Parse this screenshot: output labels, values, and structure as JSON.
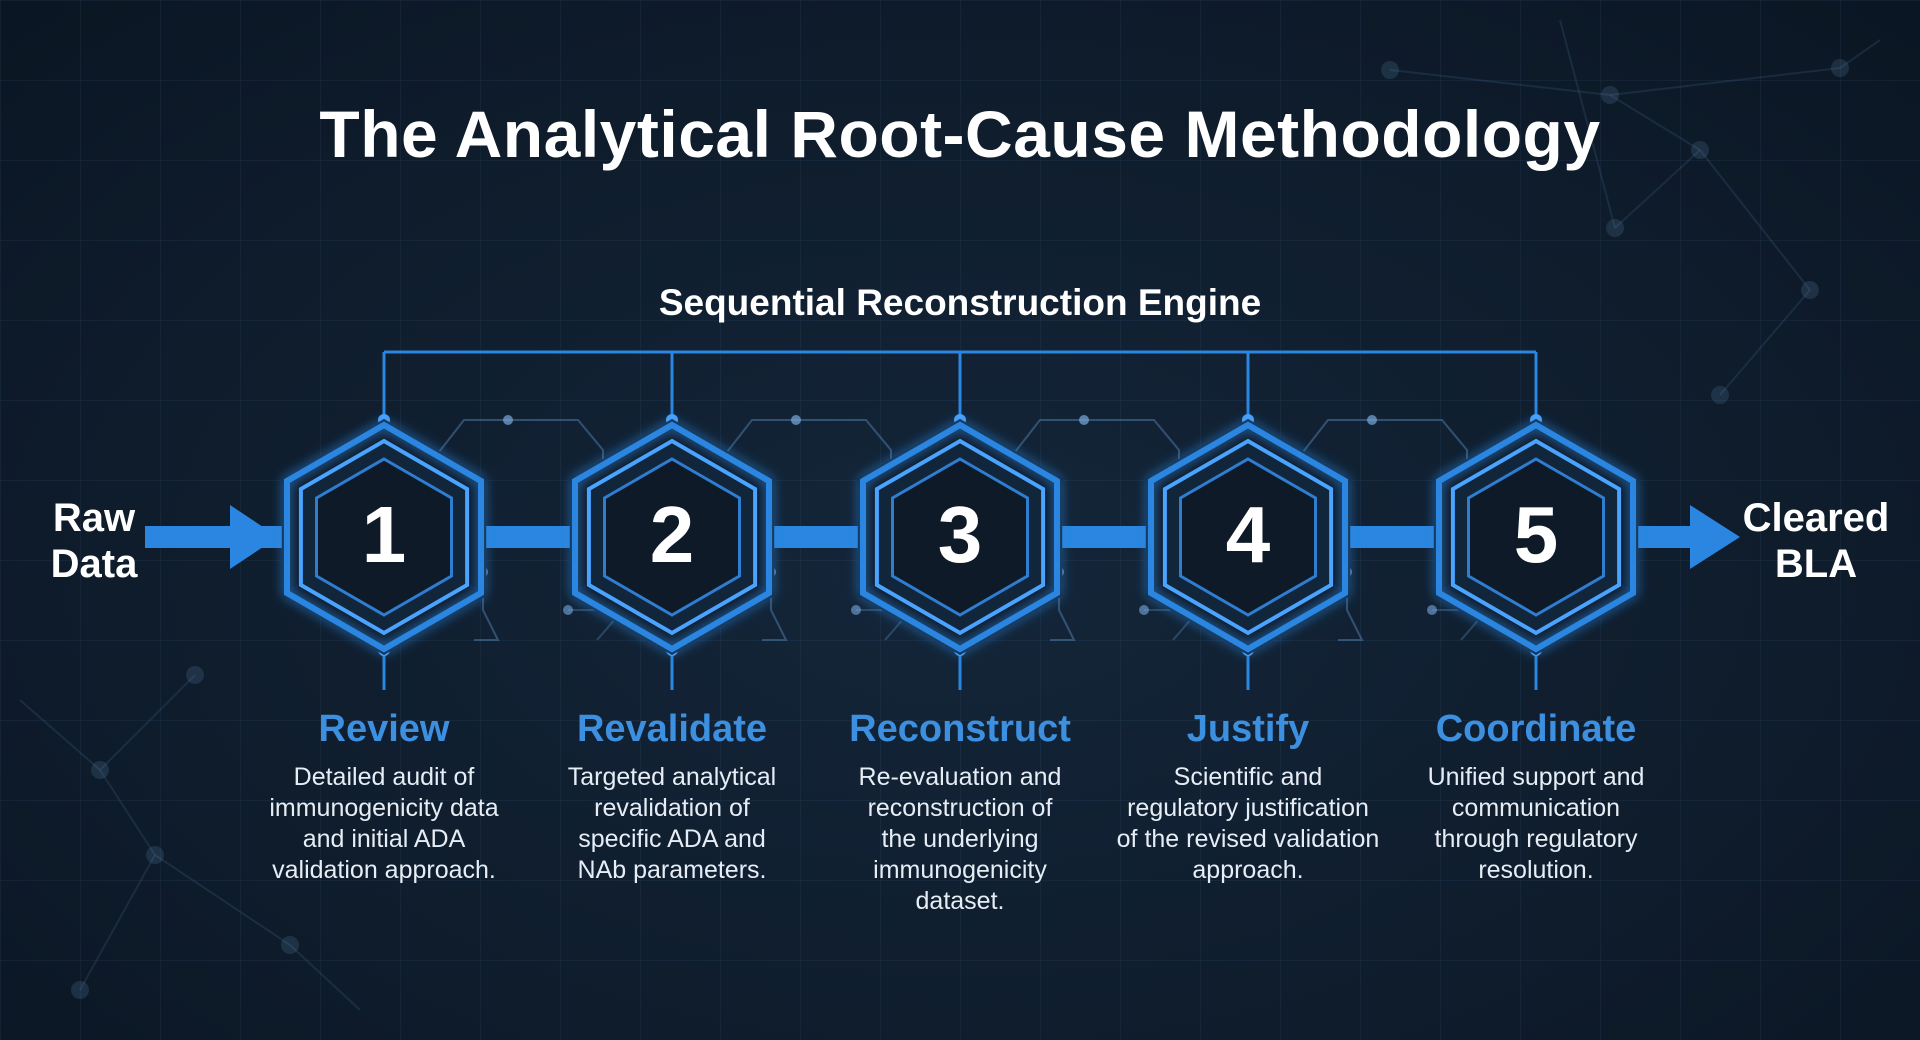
{
  "title": "The Analytical Root-Cause Methodology",
  "engine_label": "Sequential Reconstruction Engine",
  "input_label": [
    "Raw",
    "Data"
  ],
  "output_label": [
    "Cleared",
    "BLA"
  ],
  "colors": {
    "background": "#0f1b2a",
    "accent": "#2a86e0",
    "accent_light": "#4aa3ff",
    "title_accent": "#3d8fe0",
    "text": "#ffffff"
  },
  "steps": [
    {
      "number": "1",
      "title": "Review",
      "description": [
        "Detailed audit of",
        "immunogenicity data",
        "and initial ADA",
        "validation approach."
      ]
    },
    {
      "number": "2",
      "title": "Revalidate",
      "description": [
        "Targeted analytical",
        "revalidation of",
        "specific ADA and",
        "NAb parameters."
      ]
    },
    {
      "number": "3",
      "title": "Reconstruct",
      "description": [
        "Re-evaluation and",
        "reconstruction of",
        "the underlying",
        "immunogenicity",
        "dataset."
      ]
    },
    {
      "number": "4",
      "title": "Justify",
      "description": [
        "Scientific and",
        "regulatory justification",
        "of the revised validation",
        "approach."
      ]
    },
    {
      "number": "5",
      "title": "Coordinate",
      "description": [
        "Unified support and",
        "communication",
        "through regulatory",
        "resolution."
      ]
    }
  ]
}
